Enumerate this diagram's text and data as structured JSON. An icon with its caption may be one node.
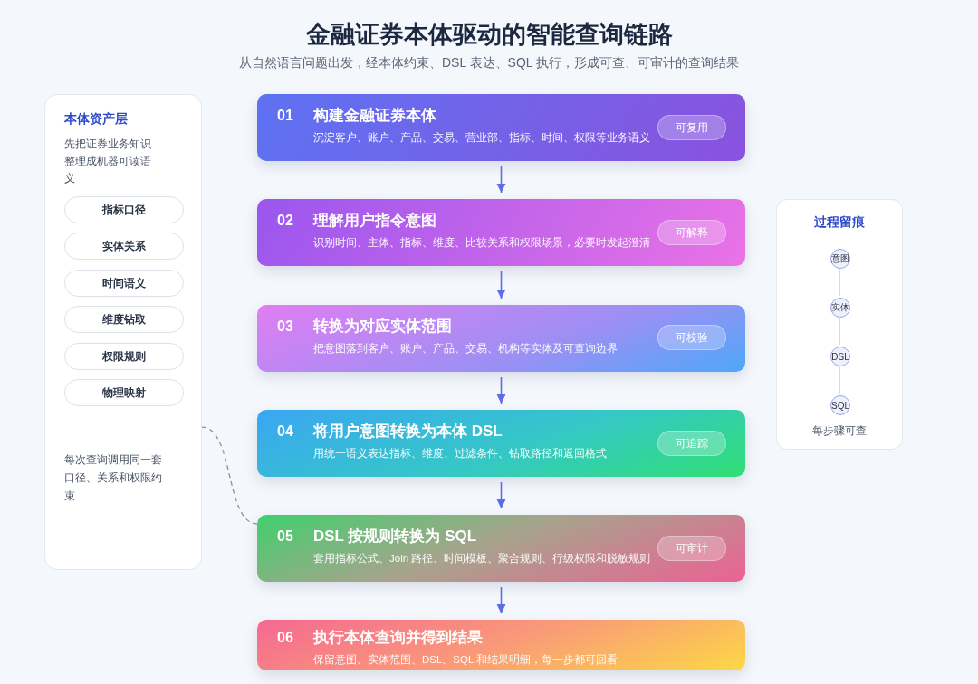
{
  "diagram": {
    "title": "金融证券本体驱动的智能查询链路",
    "nodes": [
      {
        "text": [
          "本体资产层",
          "先把证券业务知识整理成机器可读语义",
          "每次查询调用同一套口径、关系和权限约束"
        ]
      },
      {
        "text": [
          "指标口径"
        ],
        "in": 0
      },
      {
        "text": [
          "实体关系"
        ],
        "in": 0
      },
      {
        "text": [
          "时间语义"
        ],
        "in": 0
      },
      {
        "text": [
          "维度钻取"
        ],
        "in": 0
      },
      {
        "text": [
          "权限规则"
        ],
        "in": 0
      },
      {
        "text": [
          "物理映射"
        ],
        "in": 0
      },
      {
        "text": [
          "01",
          "构建金融证券本体",
          "沉淀客户、账户、产品、交易、营业部、指标、时间、权限等业务语义"
        ]
      },
      {
        "text": [
          "可复用"
        ],
        "in": 7
      },
      {
        "text": [
          "02",
          "理解用户指令意图",
          "识别时间、主体、指标、维度、比较关系和权限场景，必要时发起澄清"
        ]
      },
      {
        "text": [
          "可解释"
        ],
        "in": 9
      },
      {
        "text": [
          "03",
          "转换为对应实体范围",
          "把意图落到客户、账户、产品、交易、机构等实体及可查询边界"
        ]
      },
      {
        "text": [
          "可校验"
        ],
        "in": 11
      },
      {
        "text": [
          "04",
          "将用户意图转换为本体 DSL",
          "用统一语义表达指标、维度、过滤条件、钻取路径和返回格式"
        ]
      },
      {
        "text": [
          "可追踪"
        ],
        "in": 13
      },
      {
        "text": [
          "05",
          "DSL 按规则转换为 SQL",
          "套用指标公式、Join 路径、时间模板、聚合规则、行级权限和脱敏规则"
        ]
      },
      {
        "text": [
          "可审计"
        ],
        "in": 15
      },
      {
        "text": [
          "06",
          "执行本体查询并得到结果",
          "保留意图、实体范围、DSL、SQL 和结果明细，每一步都可回看"
        ]
      },
      {
        "text": [
          "过程留痕",
          "每步骤可查"
        ]
      },
      {
        "text": [
          "意图"
        ],
        "in": 18
      },
      {
        "text": [
          "实体"
        ],
        "in": 18
      },
      {
        "text": [
          "DSL"
        ],
        "in": 18
      },
      {
        "text": [
          "SQL"
        ],
        "in": 18
      }
    ],
    "edges": [
      {
        "from": 7,
        "to": 9,
        "arrow": "to"
      },
      {
        "from": 9,
        "to": 11,
        "arrow": "to"
      },
      {
        "from": 11,
        "to": 13,
        "arrow": "to"
      },
      {
        "from": 13,
        "to": 15,
        "arrow": "to"
      },
      {
        "from": 15,
        "to": 17,
        "arrow": "to"
      },
      {
        "from": 19,
        "to": 20,
        "arrow": "none",
        "color": "#c5c8d2"
      },
      {
        "from": 20,
        "to": 21,
        "arrow": "none",
        "color": "#c5c8d2"
      },
      {
        "from": 21,
        "to": 22,
        "arrow": "none",
        "color": "#c5c8d2"
      },
      {
        "from": 0,
        "to": 15,
        "arrow": "none",
        "style": "dashed",
        "color": "#8a93a6"
      }
    ],
    "labels": [
      "从自然语言问题出发，经本体约束、DSL 表达、SQL 执行，形成可查、可审计的查询结果"
    ]
  }
}
